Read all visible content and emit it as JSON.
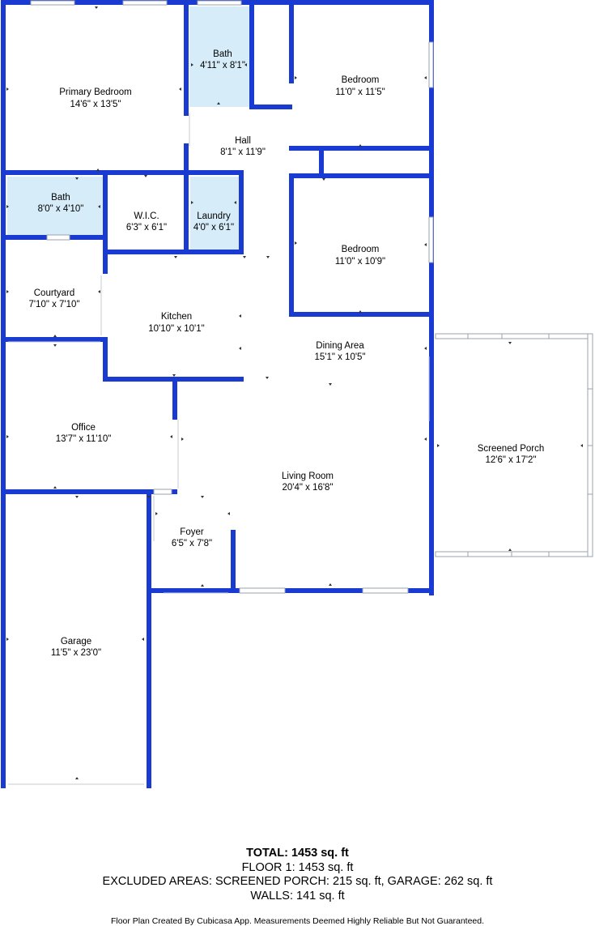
{
  "rooms": {
    "primary_bedroom": {
      "name": "Primary Bedroom",
      "dims": "14'6\" x 13'5\""
    },
    "bath_upper": {
      "name": "Bath",
      "dims": "4'11\" x 8'1\""
    },
    "bedroom_1": {
      "name": "Bedroom",
      "dims": "11'0\" x 11'5\""
    },
    "hall": {
      "name": "Hall",
      "dims": "8'1\" x 11'9\""
    },
    "bath_lower": {
      "name": "Bath",
      "dims": "8'0\" x 4'10\""
    },
    "wic": {
      "name": "W.I.C.",
      "dims": "6'3\" x 6'1\""
    },
    "laundry": {
      "name": "Laundry",
      "dims": "4'0\" x 6'1\""
    },
    "bedroom_2": {
      "name": "Bedroom",
      "dims": "11'0\" x 10'9\""
    },
    "courtyard": {
      "name": "Courtyard",
      "dims": "7'10\" x 7'10\""
    },
    "kitchen": {
      "name": "Kitchen",
      "dims": "10'10\" x 10'1\""
    },
    "dining": {
      "name": "Dining Area",
      "dims": "15'1\" x 10'5\""
    },
    "office": {
      "name": "Office",
      "dims": "13'7\" x 11'10\""
    },
    "screened_porch": {
      "name": "Screened Porch",
      "dims": "12'6\" x 17'2\""
    },
    "living_room": {
      "name": "Living Room",
      "dims": "20'4\" x 16'8\""
    },
    "foyer": {
      "name": "Foyer",
      "dims": "6'5\" x 7'8\""
    },
    "garage": {
      "name": "Garage",
      "dims": "11'5\" x 23'0\""
    }
  },
  "summary": {
    "total": "TOTAL: 1453 sq. ft",
    "floor1": "FLOOR 1: 1453 sq. ft",
    "excluded": "EXCLUDED AREAS: SCREENED PORCH: 215 sq. ft, GARAGE: 262 sq. ft",
    "walls": "WALLS: 141 sq. ft"
  },
  "disclaimer": "Floor Plan Created By Cubicasa App. Measurements Deemed Highly Reliable But Not Guaranteed.",
  "colors": {
    "wall": "#1a3bd1",
    "bath_fill": "#d6ecf8"
  }
}
